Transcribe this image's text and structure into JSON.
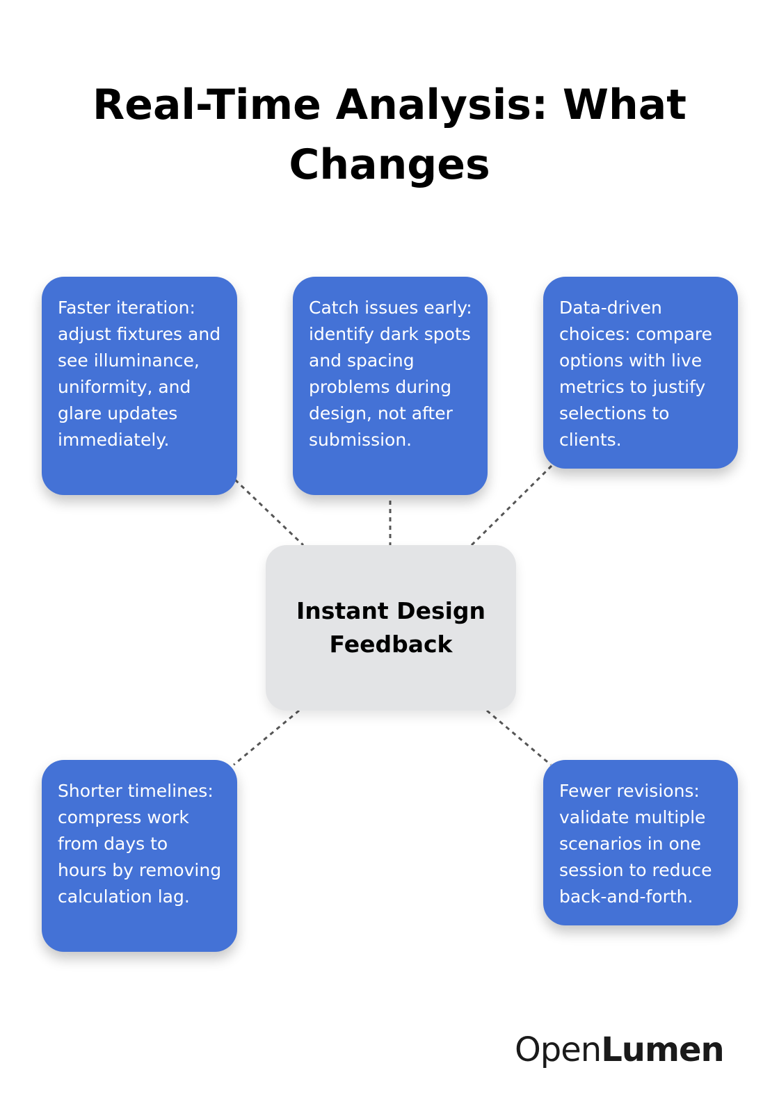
{
  "title": "Real-Time Analysis: What Changes",
  "center": {
    "label": "Instant Design Feedback"
  },
  "cards": [
    {
      "text": "Faster iteration: adjust fixtures and see illuminance, uniformity, and glare updates immediately."
    },
    {
      "text": "Catch issues early: identify dark spots and spacing problems during design, not after submission."
    },
    {
      "text": "Data-driven choices: compare options with live metrics to justify selections to clients."
    },
    {
      "text": "Shorter timelines: compress work from days to hours by removing calculation lag."
    },
    {
      "text": "Fewer revisions: validate multiple scenarios in one session to reduce back-and-forth."
    }
  ],
  "logo": {
    "regular": "Open",
    "bold": "Lumen"
  },
  "colors": {
    "card": "#4472d6",
    "center": "#e3e4e6",
    "connector": "#555555"
  }
}
